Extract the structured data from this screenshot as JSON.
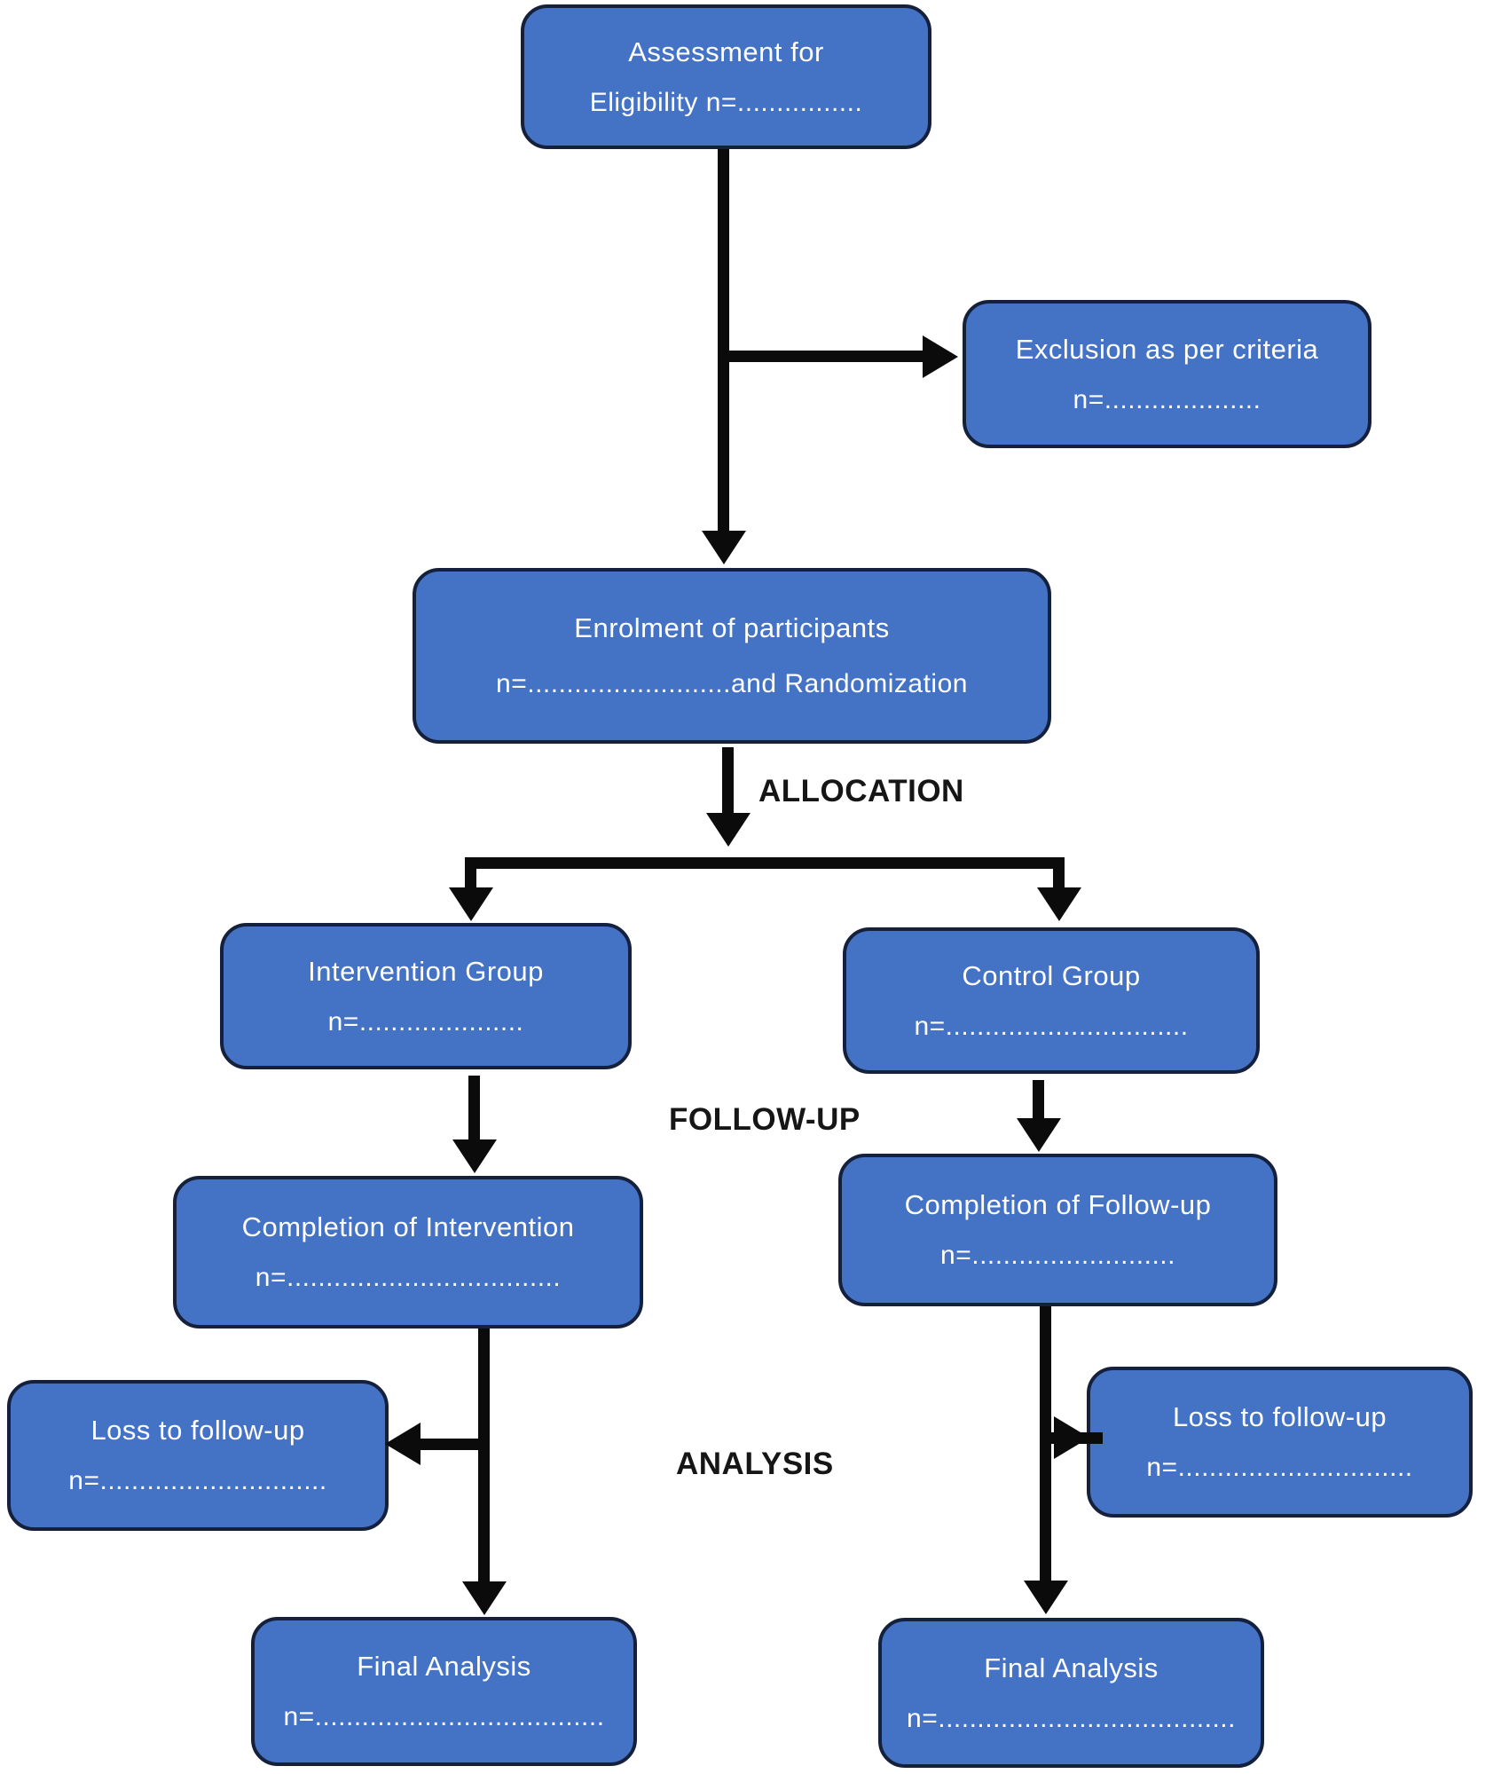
{
  "diagram_title": "CONSORT-style participant flow diagram",
  "colors": {
    "box_fill": "#4472C4",
    "box_border": "#15213C",
    "box_text": "#FFFFFF",
    "arrow": "#0B0B0B",
    "stage_label_text": "#161616",
    "background": "#FFFFFF"
  },
  "nodes": {
    "assessment": {
      "line1": "Assessment for",
      "line2": "Eligibility n=................"
    },
    "exclusion": {
      "line1": "Exclusion as per criteria",
      "line2": "n=...................."
    },
    "enrolment": {
      "line1": "Enrolment of participants",
      "line2": "n=..........................and Randomization"
    },
    "intervention_group": {
      "line1": "Intervention Group",
      "line2": "n=....................."
    },
    "control_group": {
      "line1": "Control Group",
      "line2": "n=..............................."
    },
    "completion_intervention": {
      "line1": "Completion of Intervention",
      "line2": "n=..................................."
    },
    "completion_followup": {
      "line1": "Completion of Follow-up",
      "line2": "n=.........................."
    },
    "loss_followup_left": {
      "line1": "Loss to follow-up",
      "line2": "n=............................."
    },
    "loss_followup_right": {
      "line1": "Loss to follow-up",
      "line2": "n=.............................."
    },
    "final_analysis_left": {
      "line1": "Final Analysis",
      "line2": "n=....................................."
    },
    "final_analysis_right": {
      "line1": "Final Analysis",
      "line2": "n=......................................"
    }
  },
  "stage_labels": {
    "allocation": "ALLOCATION",
    "followup": "FOLLOW-UP",
    "analysis": "ANALYSIS"
  }
}
